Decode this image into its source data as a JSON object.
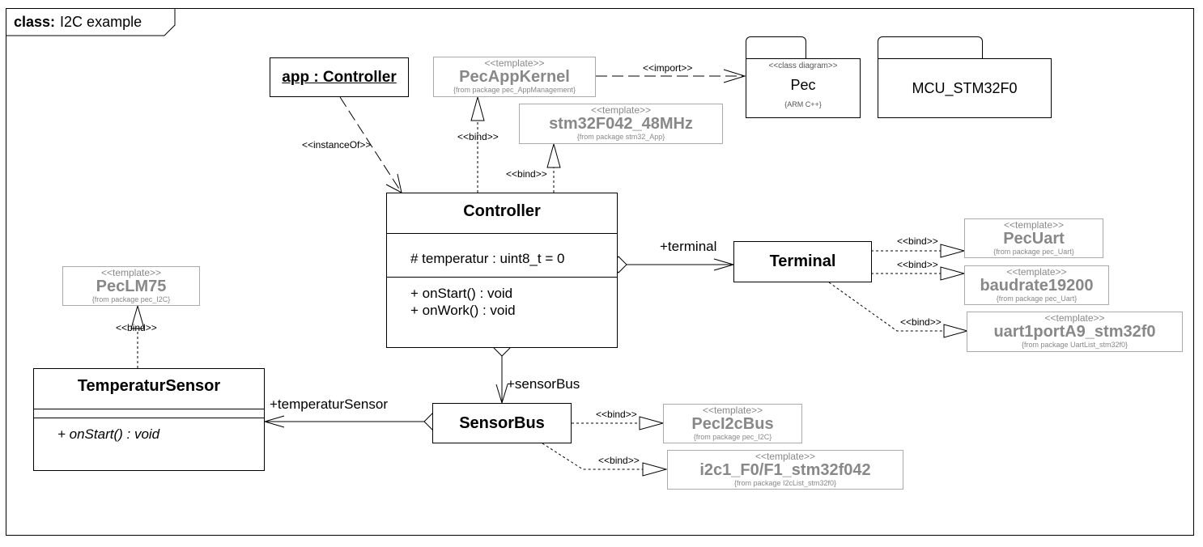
{
  "frame": {
    "keyword": "class:",
    "name": "I2C example"
  },
  "instance": {
    "label": "app : Controller"
  },
  "templates": {
    "pec_app_kernel": {
      "stereotype": "<<template>>",
      "name": "PecAppKernel",
      "from": "{from package pec_AppManagement}"
    },
    "stm32": {
      "stereotype": "<<template>>",
      "name": "stm32F042_48MHz",
      "from": "{from package stm32_App}"
    },
    "pec_uart": {
      "stereotype": "<<template>>",
      "name": "PecUart",
      "from": "{from package pec_Uart}"
    },
    "baudrate": {
      "stereotype": "<<template>>",
      "name": "baudrate19200",
      "from": "{from package pec_Uart}"
    },
    "uart1port": {
      "stereotype": "<<template>>",
      "name": "uart1portA9_stm32f0",
      "from": "{from package UartList_stm32f0}"
    },
    "pec_lm75": {
      "stereotype": "<<template>>",
      "name": "PecLM75",
      "from": "{from package pec_I2C}"
    },
    "pec_i2c_bus": {
      "stereotype": "<<template>>",
      "name": "PecI2cBus",
      "from": "{from package pec_I2C}"
    },
    "i2c1": {
      "stereotype": "<<template>>",
      "name": "i2c1_F0/F1_stm32f042",
      "from": "{from package I2cList_stm32f0}"
    }
  },
  "packages": {
    "pec": {
      "stereotype": "<<class diagram>>",
      "name": "Pec",
      "note": "{ARM C++}"
    },
    "mcu": {
      "name": "MCU_STM32F0"
    }
  },
  "classes": {
    "controller": {
      "name": "Controller",
      "attribute": "# temperatur : uint8_t = 0",
      "op1": "+ onStart() : void",
      "op2": "+ onWork() : void"
    },
    "terminal": {
      "name": "Terminal"
    },
    "sensor_bus": {
      "name": "SensorBus"
    },
    "temp_sensor": {
      "name": "TemperaturSensor",
      "op1": "+ onStart() : void"
    }
  },
  "labels": {
    "import": "<<import>>",
    "instance_of": "<<instanceOf>>",
    "bind": "<<bind>>",
    "terminal_role": "+terminal",
    "sensorbus_role": "+sensorBus",
    "temp_sensor_role": "+temperaturSensor"
  }
}
